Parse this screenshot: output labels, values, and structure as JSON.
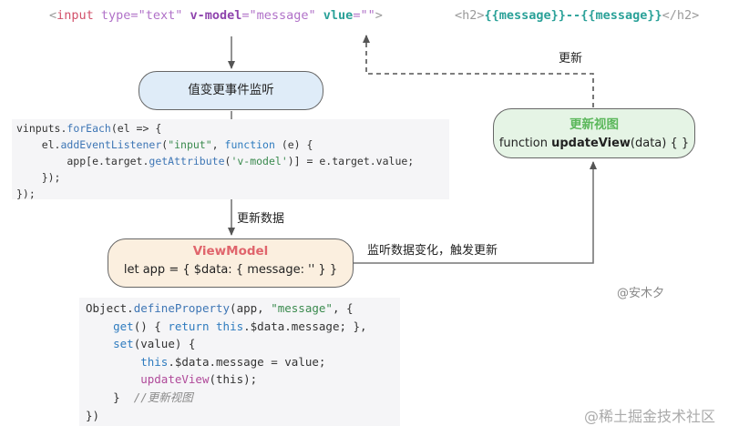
{
  "top_code_left": {
    "t1": "<",
    "t2": "input",
    "t3": " type=",
    "t4": "\"text\"",
    "t5": " v-model",
    "t6": "=",
    "t7": "\"message\"",
    "t8": " vlue",
    "t9": "=",
    "t10": "\"\"",
    "t11": ">"
  },
  "top_code_right": {
    "t1": "<h2>",
    "t2": "{{message}}",
    "t3": "--",
    "t4": "{{message}}",
    "t5": "</h2>"
  },
  "nodes": {
    "event_listen": "值变更事件监听",
    "viewmodel_title": "ViewModel",
    "viewmodel_body": "let app = { $data: { message: '' } }",
    "update_view_title": "更新视图",
    "update_view_prefix": "function ",
    "update_view_fn": "updateView",
    "update_view_suffix": "(data) {  }"
  },
  "labels": {
    "update_data": "更新数据",
    "listen_change": "监听数据变化，触发更新",
    "update": "更新"
  },
  "code_block_1": {
    "l1a": "vinputs.",
    "l1b": "forEach",
    "l1c": "(el => {",
    "l2a": "    el.",
    "l2b": "addEventListener",
    "l2c": "(",
    "l2d": "\"input\"",
    "l2e": ", ",
    "l2f": "function",
    "l2g": " (e) {",
    "l3a": "        app[e.target.",
    "l3b": "getAttribute",
    "l3c": "(",
    "l3d": "'v-model'",
    "l3e": ")] = e.target.value;",
    "l4": "    });",
    "l5": "});"
  },
  "code_block_2": {
    "l1a": "Object.",
    "l1b": "defineProperty",
    "l1c": "(app, ",
    "l1d": "\"message\"",
    "l1e": ", {",
    "l2a": "    get",
    "l2b": "() { ",
    "l2c": "return",
    "l2d": " ",
    "l2e": "this",
    "l2f": ".$data.message; },",
    "l3a": "    set",
    "l3b": "(value) {",
    "l4a": "        ",
    "l4b": "this",
    "l4c": ".$data.message = value;",
    "l5a": "        ",
    "l5b": "updateView",
    "l5c": "(this);",
    "l6a": "    }  ",
    "l6b": "//更新视图",
    "l7": "})"
  },
  "watermarks": {
    "author": "@安木夕",
    "site": "@稀土掘金技术社区"
  }
}
